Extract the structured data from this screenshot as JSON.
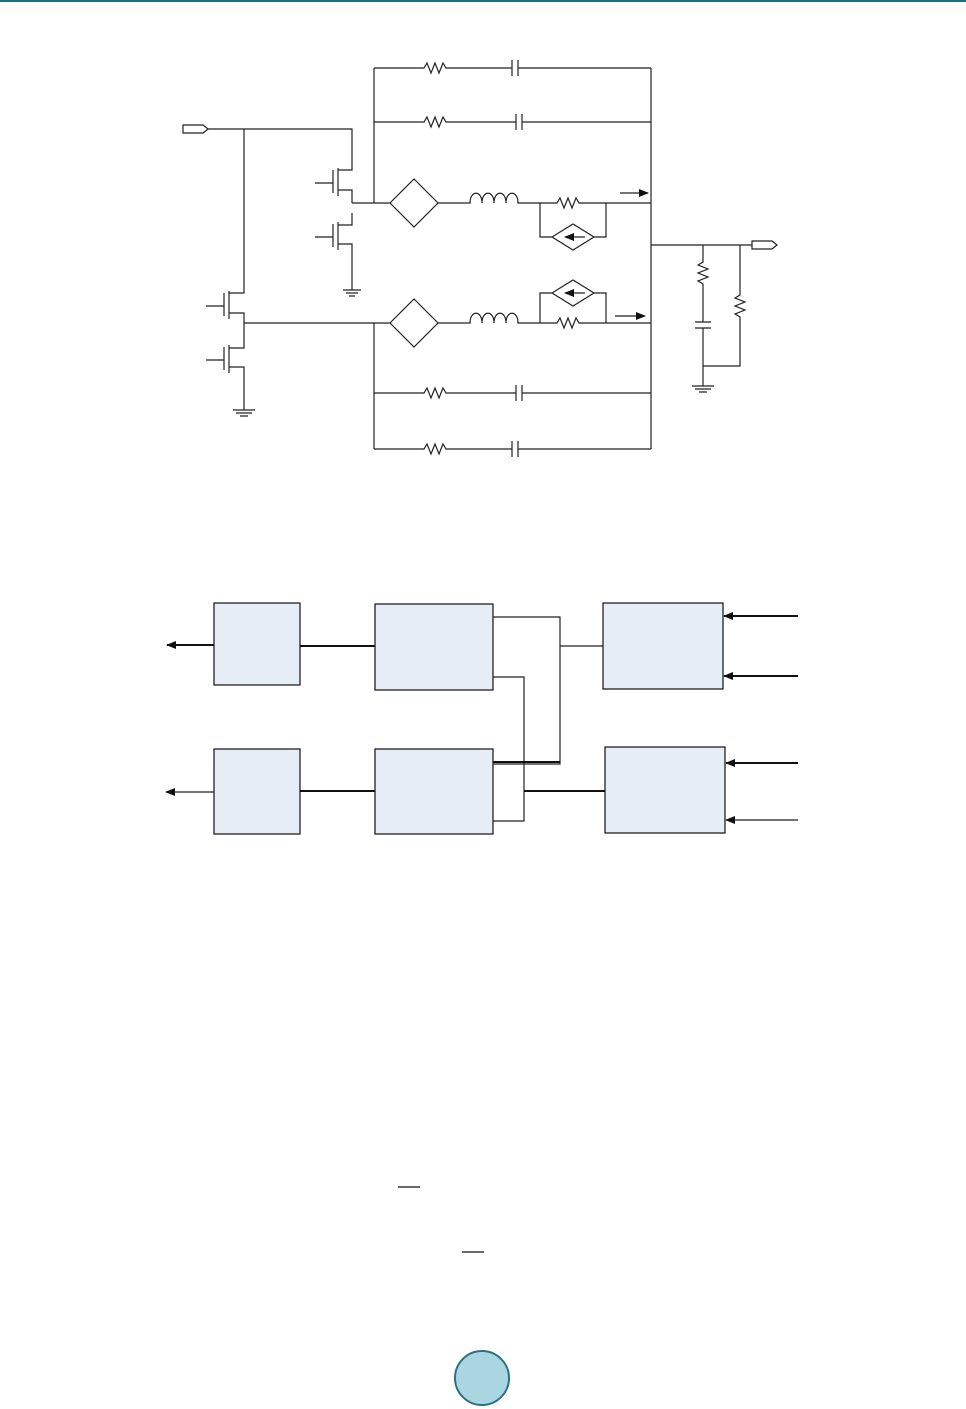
{
  "page": {
    "accent_color": "#1f6f78",
    "badge_color": "#a9d6e1",
    "page_number": ""
  },
  "block_diagram": {
    "block_fill": "#e6edf7",
    "blocks": [
      {
        "id": "left-top"
      },
      {
        "id": "mid-top"
      },
      {
        "id": "right-top"
      },
      {
        "id": "left-bottom"
      },
      {
        "id": "mid-bottom"
      },
      {
        "id": "right-bottom"
      }
    ]
  }
}
